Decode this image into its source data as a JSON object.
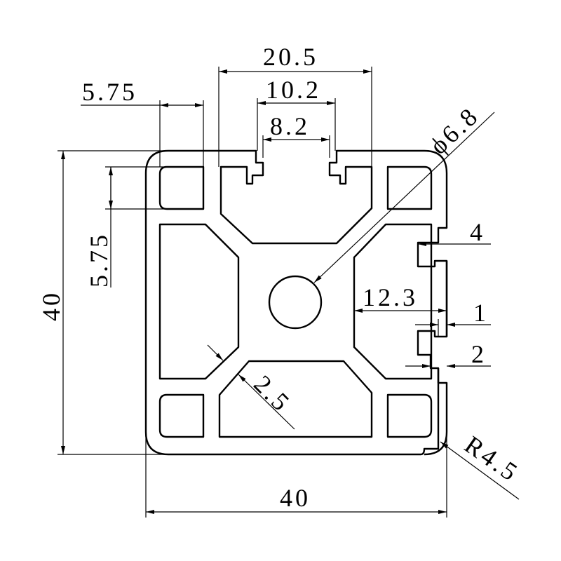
{
  "drawing": {
    "dimensions": {
      "slot_outer_width": "20.5",
      "slot_inner_width": "10.2",
      "slot_opening": "8.2",
      "corner_wall_top": "5.75",
      "corner_wall_left": "5.75",
      "center_hole_diameter": "ϕ6.8",
      "side_slot_depth": "4",
      "slot_inner_depth": "12.3",
      "lip_thickness": "1",
      "lip_depth": "2",
      "rib_thickness": "2.5",
      "overall_height": "40",
      "overall_width": "40",
      "corner_radius": "R4.5"
    },
    "colors": {
      "line": "#000000",
      "background": "#ffffff"
    }
  }
}
